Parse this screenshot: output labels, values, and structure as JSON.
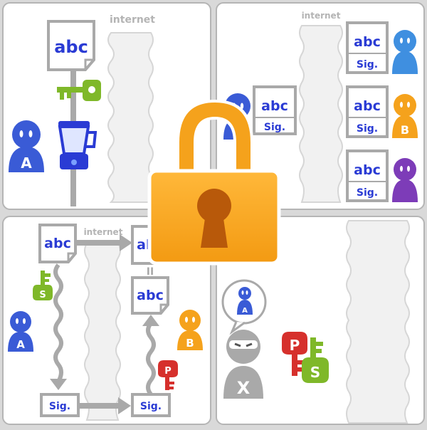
{
  "panels": {
    "top_left": {
      "internet_label": "internet",
      "document_text": "abc",
      "person_a_letter": "A"
    },
    "top_right": {
      "internet_label": "internet",
      "docs": [
        {
          "text": "abc",
          "sig": "Sig."
        },
        {
          "text": "abc",
          "sig": "Sig."
        },
        {
          "text": "abc",
          "sig": "Sig."
        },
        {
          "text": "abc",
          "sig": "Sig."
        }
      ],
      "person_b_letter": "B"
    },
    "bottom_left": {
      "internet_label": "internet",
      "doc_left_text": "abc",
      "doc_right_text_top": "abc",
      "doc_right_text_bottom": "abc",
      "equals": "II",
      "sig_left": "Sig.",
      "sig_right": "Sig.",
      "key_s_letter": "S",
      "key_p_letter": "P",
      "person_a_letter": "A",
      "person_b_letter": "B"
    },
    "bottom_right": {
      "thought_person_letter": "A",
      "attacker_letter": "X",
      "key_p_letter": "P",
      "key_s_letter": "S"
    }
  },
  "colors": {
    "blue": "#3a5bd6",
    "blue_light": "#3f8fe0",
    "orange": "#f5a21c",
    "purple": "#7d3cb8",
    "green": "#7fb829",
    "red": "#d6302c",
    "gray": "#a9a9a9",
    "text_blue": "#2a3bd4"
  }
}
